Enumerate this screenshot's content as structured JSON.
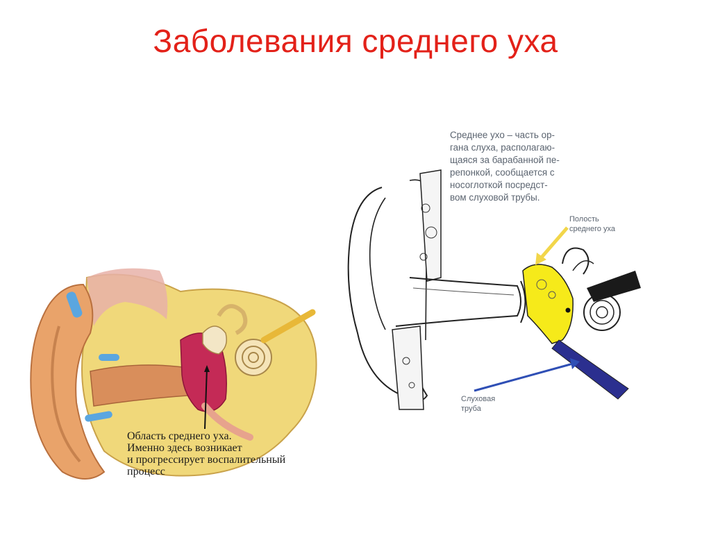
{
  "title": "Заболевания среднего уха",
  "left_caption": [
    "Область среднего уха.",
    "Именно здесь возникает",
    "и прогрессирует воспалительный",
    "процесс"
  ],
  "right_description": [
    "Среднее ухо – часть ор-",
    "гана слуха, располагаю-",
    "щаяся за барабанной пе-",
    "репонкой, сообщается с",
    "носоглоткой посредст-",
    "вом слуховой трубы."
  ],
  "label_cavity": [
    "Полость",
    "среднего уха"
  ],
  "label_tube": [
    "Слуховая",
    "труба"
  ],
  "colors": {
    "title": "#e32119",
    "skin": "#e9a36a",
    "bone": "#f0d87a",
    "cavity": "#c42a56",
    "highlight_yellow": "#f6ea1a",
    "tube_blue": "#2b2f8f",
    "arrow_blue": "#2f4fb5",
    "arrow_yellow": "#f2d64a"
  }
}
